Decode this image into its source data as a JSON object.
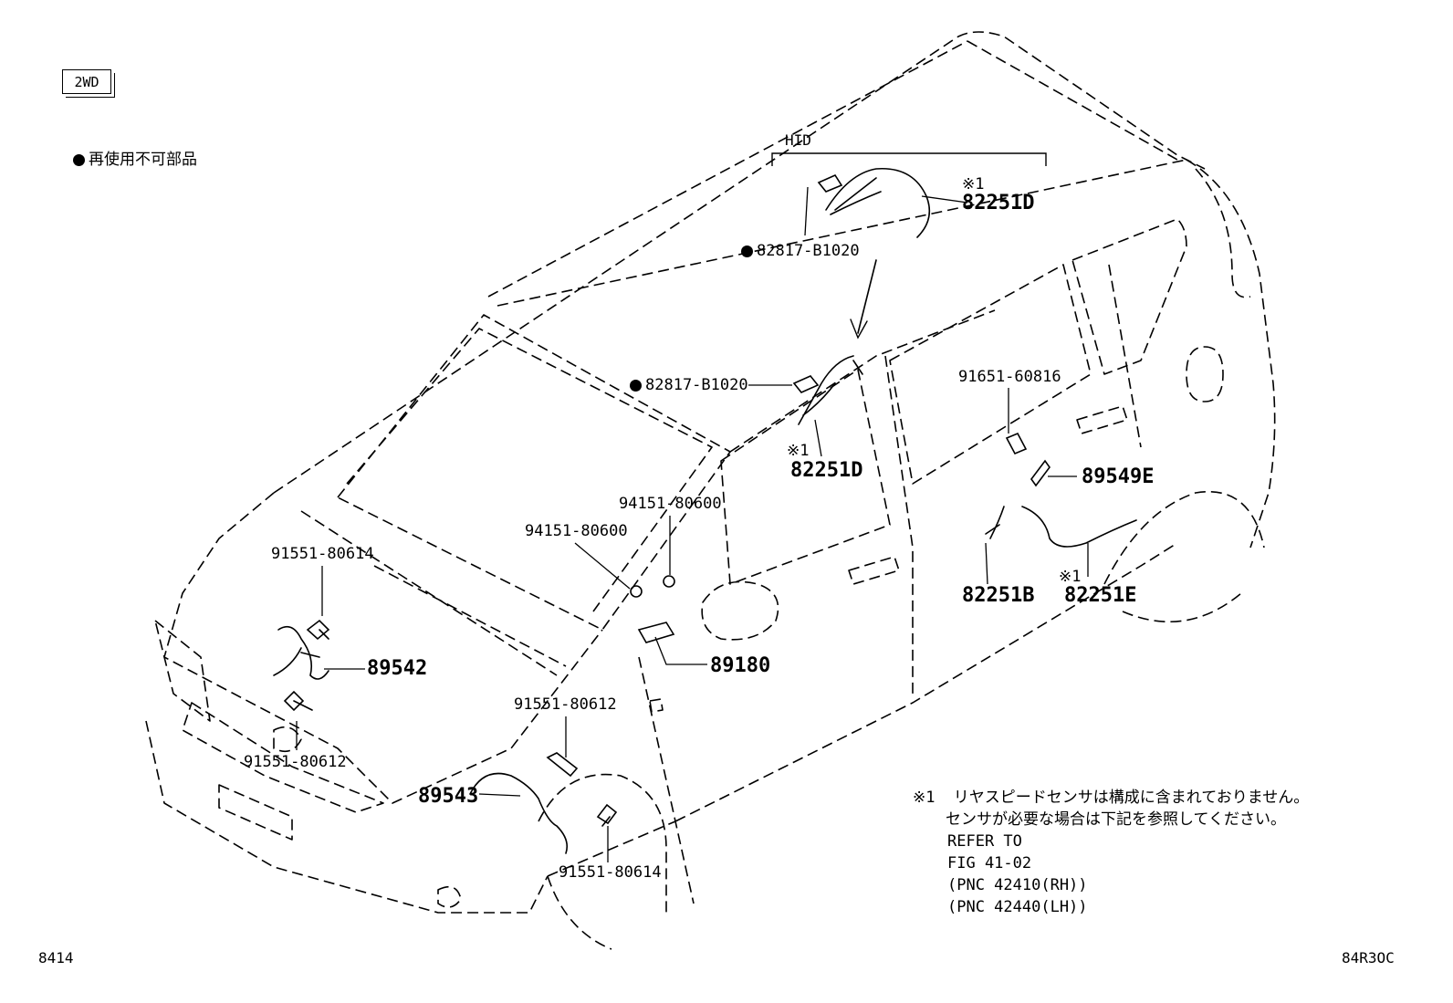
{
  "variant_tag": "2WD",
  "legend": {
    "symbol": "●",
    "text": "再使用不可部品"
  },
  "hid_label": "HID",
  "parts": {
    "p82251D_top": "82251D",
    "mark1_top": "※1",
    "p82817_top": "82817-B1020",
    "p82817_mid": "82817-B1020",
    "mark1_mid": "※1",
    "p82251D_mid": "82251D",
    "p91651": "91651-60816",
    "p89549E": "89549E",
    "p82251B": "82251B",
    "mark1_rear": "※1",
    "p82251E": "82251E",
    "p94151_a": "94151-80600",
    "p94151_b": "94151-80600",
    "p91551_80614_top": "91551-80614",
    "p89542": "89542",
    "p89180": "89180",
    "p91551_80612_left": "91551-80612",
    "p91551_80612_mid": "91551-80612",
    "p89543": "89543",
    "p91551_80614_bottom": "91551-80614"
  },
  "note": {
    "mark": "※1",
    "line1": "リヤスピードセンサは構成に含まれておりません。",
    "line2": "センサが必要な場合は下記を参照してください。",
    "line3": "REFER TO",
    "line4": "FIG 41-02",
    "line5": "(PNC 42410(RH))",
    "line6": "(PNC 42440(LH))"
  },
  "footer": {
    "left": "8414",
    "right": "84R3OC"
  }
}
